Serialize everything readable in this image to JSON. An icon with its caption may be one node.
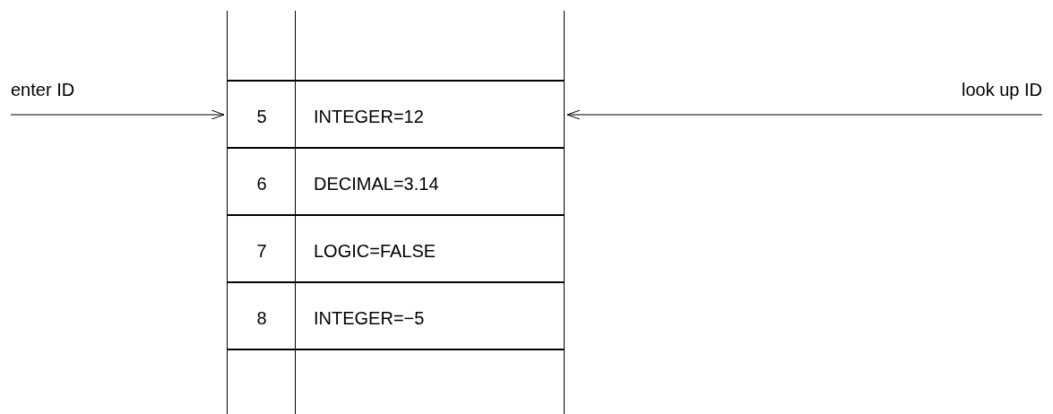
{
  "diagram": {
    "nodes": [
      {
        "text": [],
        "shape": "box"
      },
      {
        "text": [
          "5",
          "INTEGER=12"
        ]
      },
      {
        "text": [
          "6",
          "DECIMAL=3.14"
        ]
      },
      {
        "text": [
          "7",
          "LOGIC=FALSE"
        ]
      },
      {
        "text": [
          "8",
          "INTEGER=−5"
        ]
      },
      {
        "text": [],
        "shape": "box"
      }
    ],
    "edges": [
      {
        "from": null,
        "to": 1,
        "arrow": "to",
        "label": "enter ID"
      },
      {
        "from": null,
        "to": 1,
        "arrow": "to",
        "label": "look up ID"
      }
    ]
  }
}
